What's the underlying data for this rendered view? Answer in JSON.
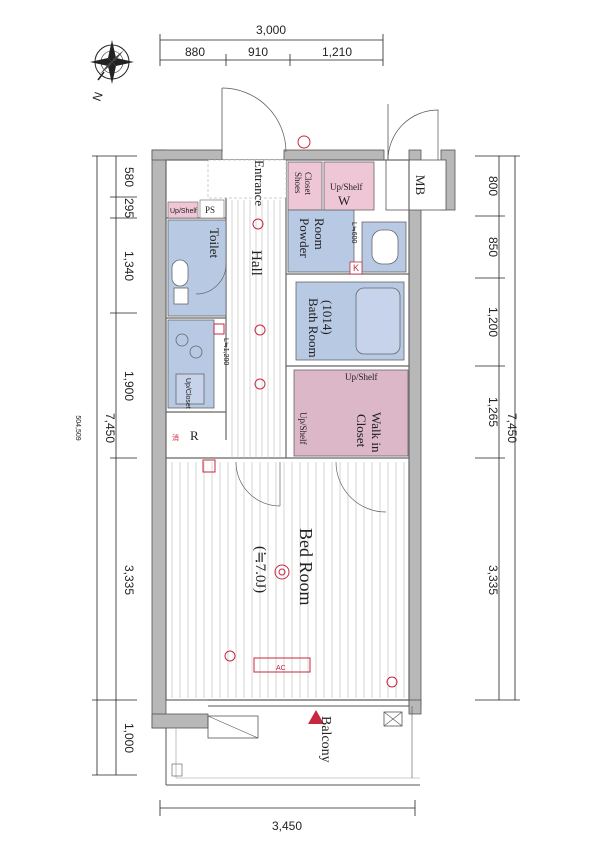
{
  "dimensions": {
    "top_total": "3,000",
    "top_segments": [
      "880",
      "910",
      "1,210"
    ],
    "left_segments": [
      "580",
      "295",
      "1,340",
      "1,900",
      "3,335",
      "1,000"
    ],
    "left_total": "7,450",
    "right_segments": [
      "800",
      "850",
      "1,200",
      "1,265",
      "3,335"
    ],
    "right_total": "7,450",
    "bottom_total": "3,450"
  },
  "side_code": "504,509",
  "compass_label": "N",
  "rooms": {
    "entrance": "Entrance",
    "shoes_closet": [
      "Shoes",
      "Closet"
    ],
    "mb": "MB",
    "up_shelf_top": "Up/Shelf",
    "w_mark": "W",
    "powder_room": [
      "Powder",
      "Room"
    ],
    "l600": "L≒600",
    "k_mark": "K",
    "up_shelf_left": "Up/Shelf",
    "ps": "PS",
    "toilet": "Toilet",
    "hall": "Hall",
    "bath_room": [
      "Bath Room",
      "(1014)"
    ],
    "up_shelf_walk": "Up/Shelf",
    "up_shelf_side": "Up/Shelf",
    "walk_in_closet": [
      "Walk in",
      "Closet"
    ],
    "l1200": "L≒1,200",
    "r_mark": "R",
    "up_closet": "Up/Closet",
    "bed_room": "Bed Room",
    "bed_area": "(≒7.0J)",
    "ac": "AC",
    "balcony": "Balcony",
    "fire_mark": "消"
  }
}
